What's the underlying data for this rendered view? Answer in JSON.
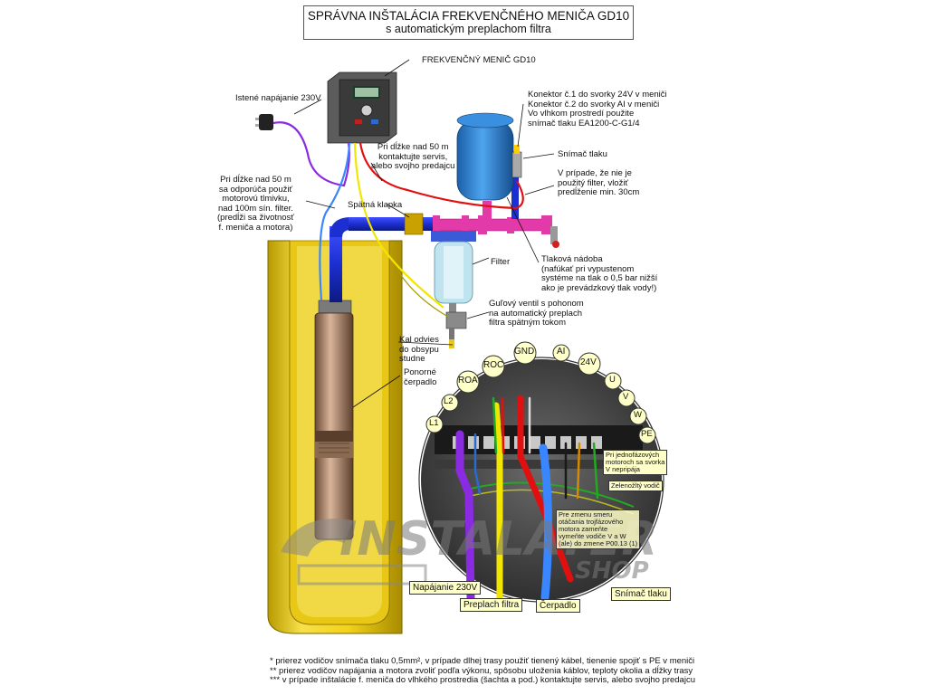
{
  "title": {
    "line1": "SPRÁVNA INŠTALÁCIA FREKVENČNÉHO MENIČA GD10",
    "line2": "s automatickým preplachom filtra"
  },
  "labels": {
    "vfd": "FREKVENČNÝ MENIČ GD10",
    "power": "Istené napájanie 230V",
    "long_cable": "Pri dĺžke nad 50 m\nsa odporúča použiť\nmotorovú tlmivku,\nnad 100m sín. filter.\n(predĺži sa životnosť\nf. meniča a motora)",
    "service": "Pri dĺžke nad 50 m\nkontaktujte servis,\nalebo svojho predajcu",
    "connector": "Konektor č.1 do svorky 24V v meniči\nKonektor č.2 do svorky AI v meniči\nVo vlhkom prostredí použite\nsnímač tlaku EA1200-C-G1/4",
    "pressure_sensor": "Snímač tlaku",
    "no_filter": "V prípade, že nie je\npoužitý filter, vložiť\npredĺženie min. 30cm",
    "check_valve": "Spätná klapka",
    "filter": "Filter",
    "pressure_vessel": "Tlaková nádoba\n(nafúkať pri vypustenom\nsystéme na tlak o 0,5 bar nižší\nako je prevádzkový tlak vody!)",
    "ball_valve": "Guľový ventil s pohonom\nna automatický preplach\nfiltra spätným tokom",
    "sludge": "Kal odvies\ndo obsypu\nstudne",
    "pump": "Ponorné\nčerpadlo"
  },
  "terminals": [
    "L1",
    "L2",
    "ROA",
    "ROC",
    "GND",
    "AI",
    "24V",
    "U",
    "V",
    "W",
    "PE"
  ],
  "detail_tags": {
    "single_phase": "Pri jednofázových\nmotoroch sa svorka\nV nepripája",
    "green_yellow": "Zelenožltý vodič",
    "direction": "Pre zmenu smeru\notáčania trojfázového\nmotora zameňte\nvymeňte vodiče V a W\n(ale) do zmene P00.13 (1)",
    "napajanie": "Napájanie 230V",
    "preplach": "Preplach filtra",
    "cerpadlo": "Čerpadlo",
    "snimac": "Snímač tlaku"
  },
  "watermark": {
    "main": "INSTALATER",
    "sub": "SHOP"
  },
  "footnotes": [
    "* prierez vodičov snímača tlaku 0,5mm², v prípade dlhej trasy použiť tienený kábel, tienenie spojiť s PE v meniči",
    "** prierez vodičov napájania a motora zvoliť podľa výkonu, spôsobu uloženia káblov, teploty okolia a dĺžky trasy",
    "*** v prípade inštalácie f. meniča do vlhkého prostredia (šachta a pod.) kontaktujte servis, alebo svojho predajcu"
  ],
  "colors": {
    "well": "#f2d21a",
    "pipe": "#1c2fd1",
    "fitting": "#e23aa8",
    "tank": "#2f86d6",
    "wire_power": "#8a2be2",
    "wire_flush": "#f2e600",
    "wire_pump": "#3a86ff",
    "wire_sensor": "#e01010"
  }
}
